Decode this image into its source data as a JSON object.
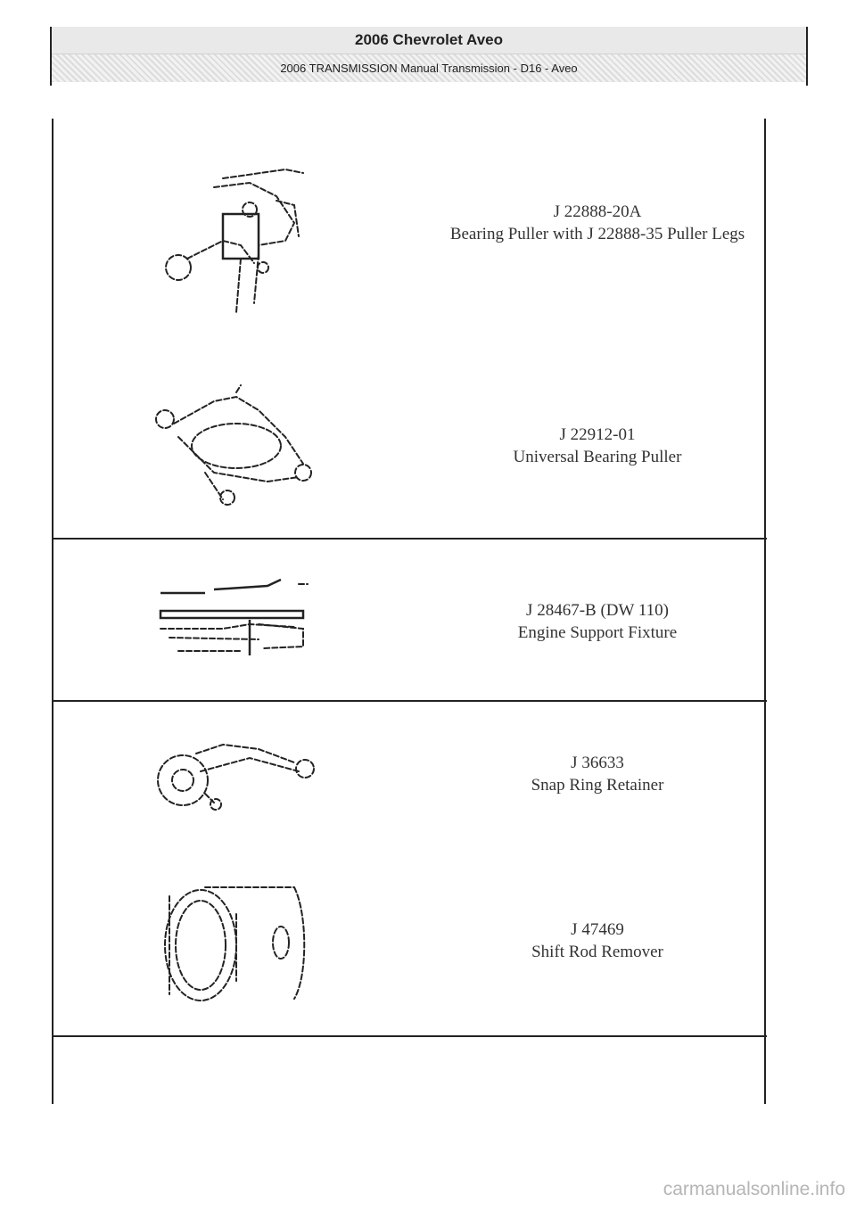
{
  "header": {
    "title": "2006 Chevrolet Aveo",
    "subtitle": "2006 TRANSMISSION Manual Transmission - D16 - Aveo"
  },
  "tools": [
    {
      "number": "J 22888-20A",
      "description": "Bearing Puller with J 22888-35 Puller Legs",
      "icon": "bearing-puller-with-legs-icon"
    },
    {
      "number": "J 22912-01",
      "description": "Universal Bearing Puller",
      "icon": "universal-bearing-puller-icon"
    },
    {
      "number": "J 28467-B (DW 110)",
      "description": "Engine Support Fixture",
      "icon": "engine-support-fixture-icon"
    },
    {
      "number": "J 36633",
      "description": "Snap Ring Retainer",
      "icon": "snap-ring-retainer-icon"
    },
    {
      "number": "J 47469",
      "description": "Shift Rod Remover",
      "icon": "shift-rod-remover-icon"
    }
  ],
  "watermark": "carmanualsonline.info"
}
